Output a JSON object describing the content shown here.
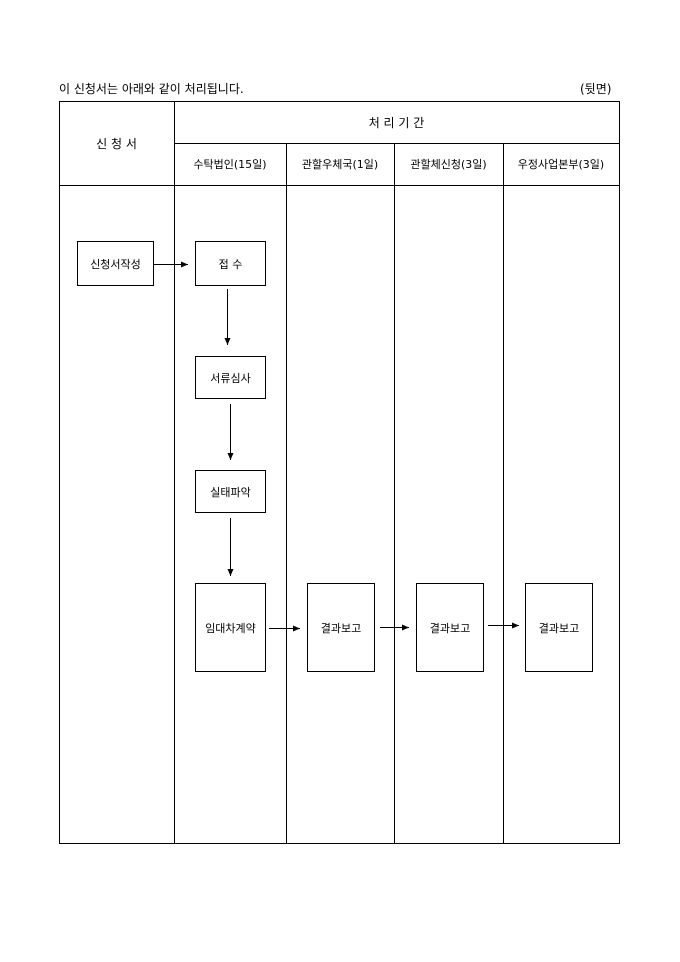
{
  "intro": "이 신청서는 아래와 같이 처리됩니다.",
  "page_side": "(뒷면)",
  "table": {
    "applicant_header": "신  청  서",
    "period_header": "처    리    기    간",
    "columns": [
      "수탁법인(15일)",
      "관할우체국(1일)",
      "관할체신청(3일)",
      "우정사업본부(3일)"
    ]
  },
  "flow": {
    "write": "신청서작성",
    "receive": "접  수",
    "review": "서류심사",
    "inspect": "실태파악",
    "contract": "임대차계약",
    "report1": "결과보고",
    "report2": "결과보고",
    "report3": "결과보고"
  }
}
